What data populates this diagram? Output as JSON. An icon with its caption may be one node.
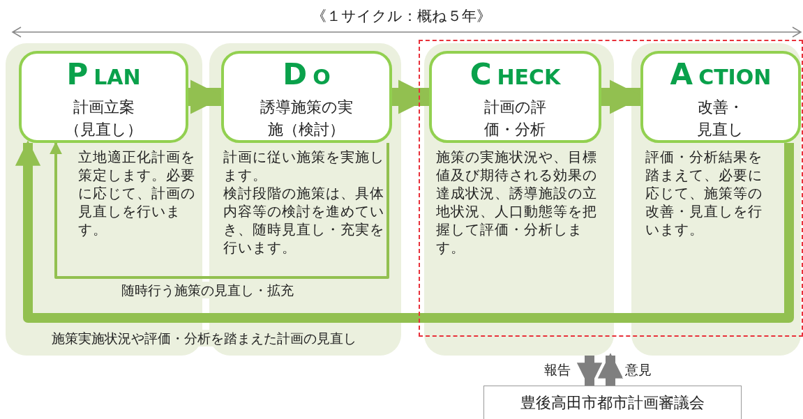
{
  "diagram": {
    "nodes": [
      {
        "text": [
          "立地適正化計画を策定します。必要に応じて、計画の見直しを行います。"
        ]
      },
      {
        "text": [
          "PLAN",
          "計画立案（見直し）"
        ],
        "in": 0
      },
      {
        "text": [
          "計画に従い施策を実施します。",
          "検討段階の施策は、具体内容等の検討を進めていき、随時見直し・充実を行います。"
        ]
      },
      {
        "text": [
          "DO",
          "誘導施策の実施（検討）"
        ],
        "in": 2
      },
      {
        "text": [
          "施策の実施状況や、目標値及び期待される効果の達成状況、誘導施設の立地状況、人口動態等を把握して評価・分析します。"
        ]
      },
      {
        "text": [
          "CHECK",
          "計画の評価・分析"
        ],
        "in": 4
      },
      {
        "text": [
          "評価・分析結果を踏まえて、必要に応じて、施策等の改善・見直しを行います。"
        ]
      },
      {
        "text": [
          "ACTION",
          "改善・見直し"
        ],
        "in": 6
      },
      {
        "text": [
          "豊後高田市都市計画審議会"
        ]
      }
    ],
    "edges": [
      {
        "from": 1,
        "to": 3,
        "arrow": "to",
        "style": "thick"
      },
      {
        "from": 3,
        "to": 5,
        "arrow": "to",
        "style": "thick"
      },
      {
        "from": 5,
        "to": 7,
        "arrow": "to",
        "style": "thick"
      },
      {
        "from": 3,
        "to": 1,
        "arrow": "to",
        "label": "随時行う施策の見直し・拡充"
      },
      {
        "from": 7,
        "to": 1,
        "arrow": "to",
        "label": "施策実施状況や評価・分析を踏まえた計画の見直し"
      },
      {
        "from": 4,
        "to": 8,
        "arrow": "to",
        "color": "#7f7f7f",
        "label": "報告"
      },
      {
        "from": 8,
        "to": 4,
        "arrow": "to",
        "color": "#7f7f7f",
        "label": "意見"
      }
    ],
    "labels": [
      "《１サイクル：概ね５年》"
    ]
  }
}
